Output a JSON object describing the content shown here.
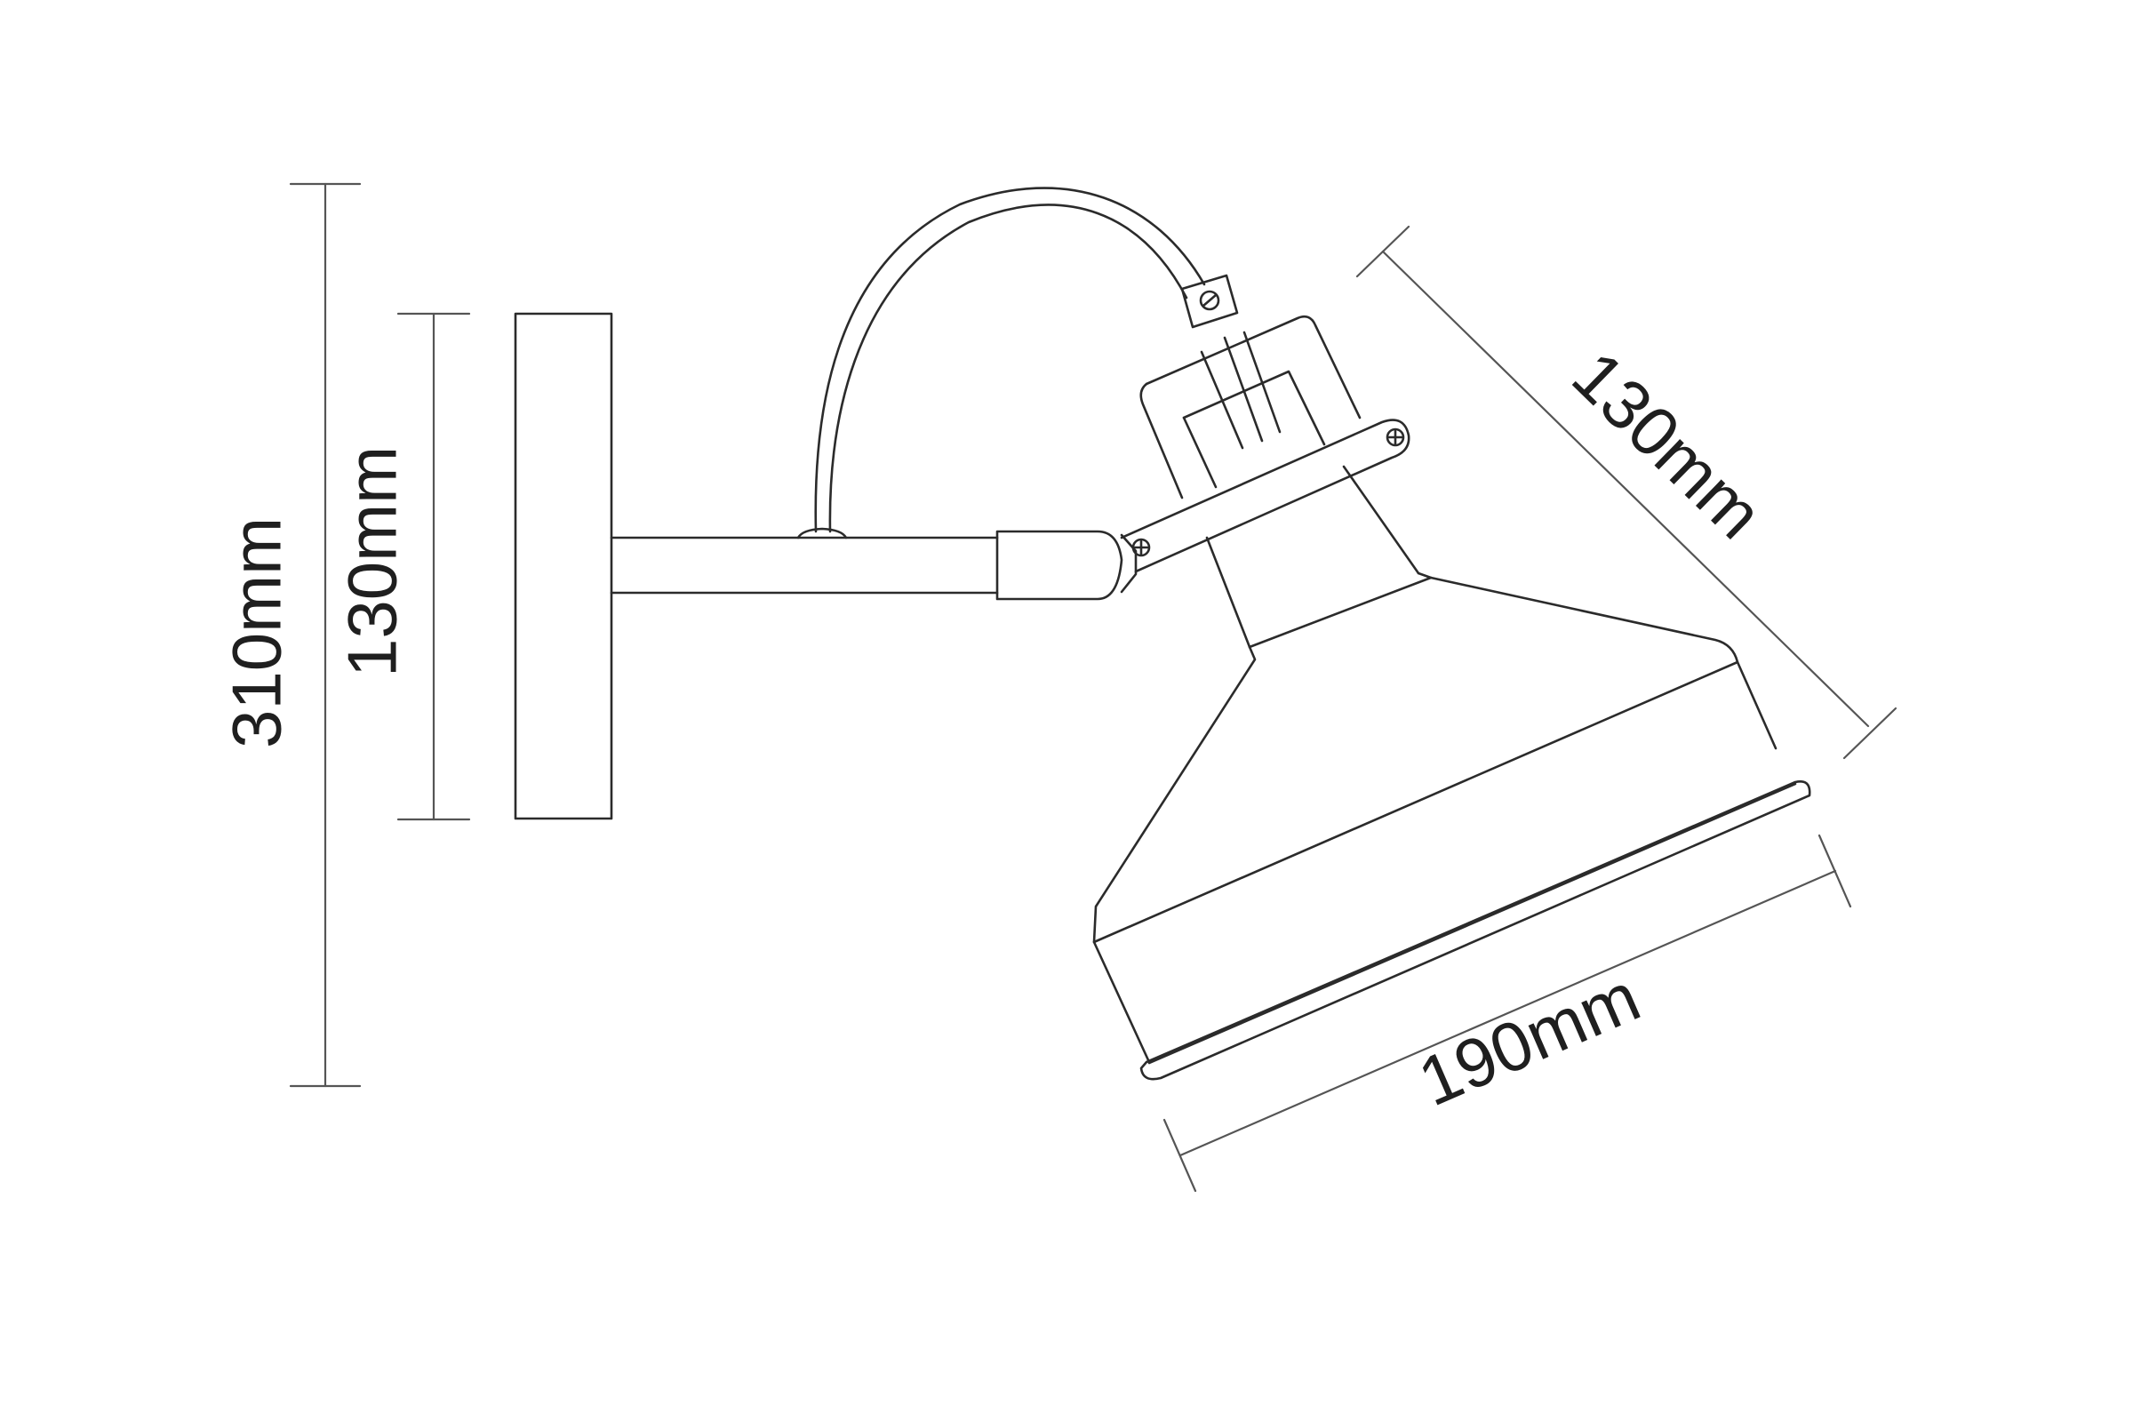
{
  "dimensions": {
    "overall_height": "310mm",
    "backplate_height": "130mm",
    "shade_height": "130mm",
    "shade_diameter": "190mm"
  },
  "colors": {
    "line": "#2b2b2b",
    "dimension_line": "#555555",
    "text": "#1f1f1f",
    "background": "#ffffff"
  }
}
